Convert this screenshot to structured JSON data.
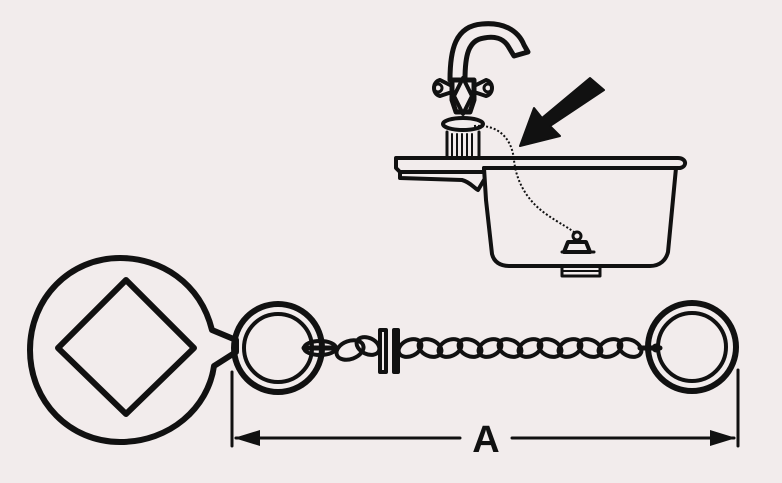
{
  "diagram": {
    "dimension_label": "A",
    "colors": {
      "background": "#f2ecec",
      "ink": "#111111"
    },
    "components": [
      "tap-illustration",
      "sink-basin",
      "pointer-arrow",
      "sink-plug-with-chain",
      "ring-tag-with-diamond",
      "left-ring",
      "twisted-chain",
      "right-ring",
      "dimension-line"
    ]
  }
}
